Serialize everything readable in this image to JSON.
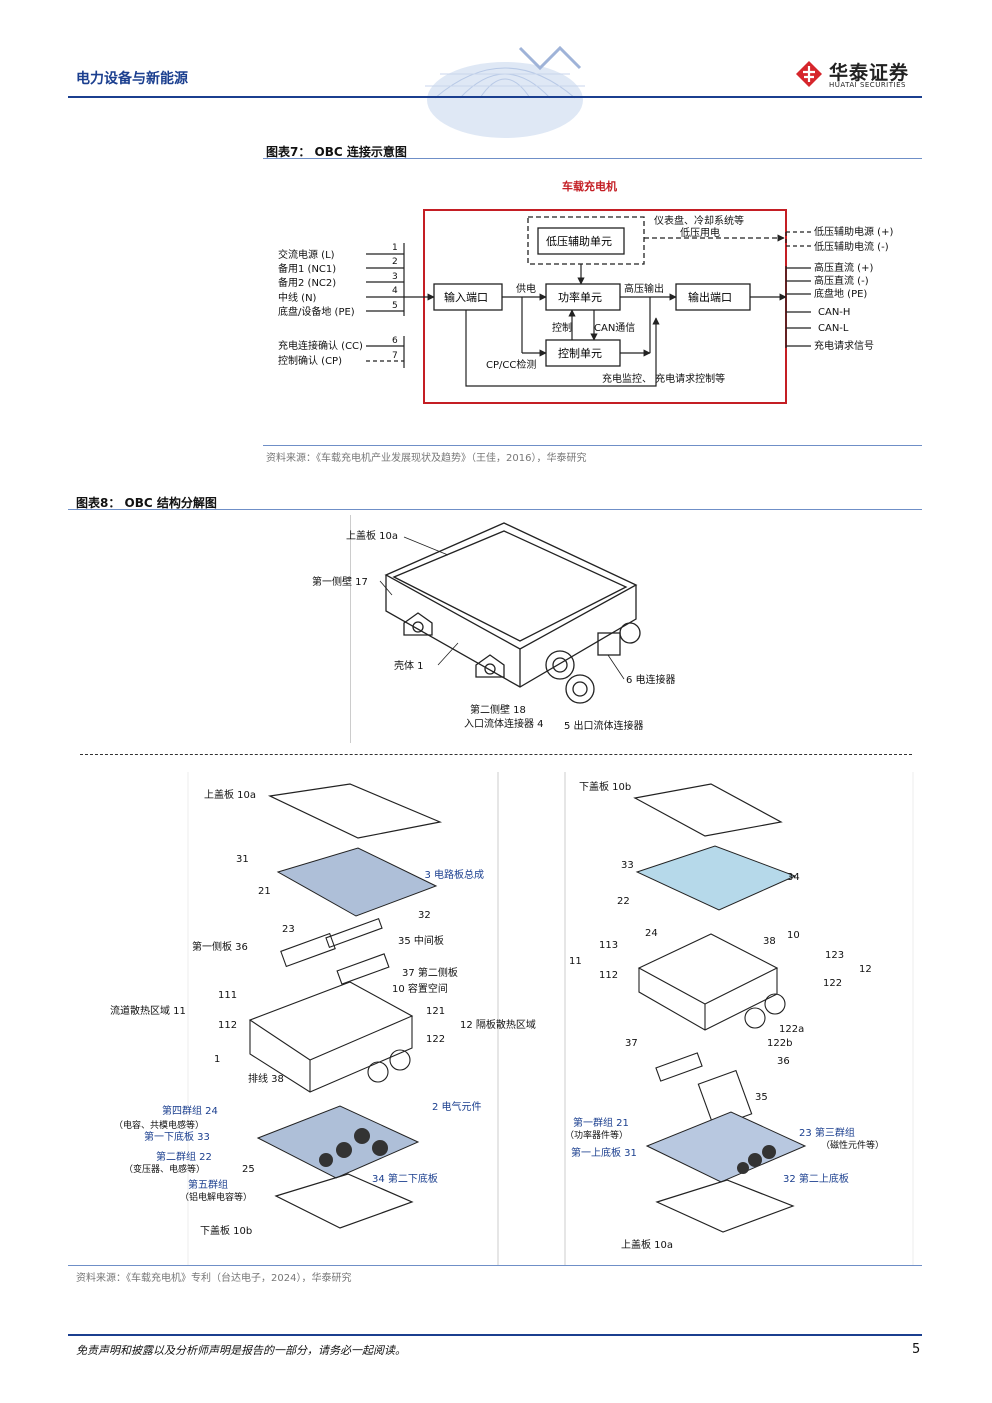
{
  "header": {
    "section_title": "电力设备与新能源",
    "logo_cn": "华泰证券",
    "logo_en": "HUATAI SECURITIES"
  },
  "figure7": {
    "title": "图表7： OBC 连接示意图",
    "diagram_title": "车载充电机",
    "left_labels": [
      "交流电源 (L)",
      "备用1 (NC1)",
      "备用2 (NC2)",
      "中线 (N)",
      "底盘/设备地 (PE)",
      "充电连接确认 (CC)",
      "控制确认 (CP)"
    ],
    "left_pins": [
      "1",
      "2",
      "3",
      "4",
      "5",
      "6",
      "7"
    ],
    "blocks": {
      "low_voltage_aux": "低压辅助单元",
      "input_port": "输入端口",
      "power_unit": "功率单元",
      "output_port": "输出端口",
      "control_unit": "控制单元"
    },
    "edge_labels": {
      "power_supply": "供电",
      "control": "控制",
      "can_comm": "CAN通信",
      "hv_output": "高压输出",
      "cp_cc_detect": "CP/CC检测",
      "dashboard": "仪表盘、冷却系统等",
      "low_voltage_power": "低压用电",
      "charge_monitor": "充电监控、 充电请求控制等"
    },
    "right_labels": [
      "低压辅助电源 (+)",
      "低压辅助电流 (-)",
      "高压直流 (+)",
      "高压直流 (-)",
      "底盘地 (PE)",
      "CAN-H",
      "CAN-L",
      "充电请求信号"
    ],
    "source": "资料来源：《车载充电机产业发展现状及趋势》（王佳，2016），华泰研究"
  },
  "figure8": {
    "title": "图表8： OBC 结构分解图",
    "top_labels": {
      "top_cover": "上盖板 10a",
      "first_side_wall": "第一侧壁 17",
      "housing": "壳体 1",
      "connector": "6 电连接器",
      "second_side_wall": "第二侧壁 18",
      "inlet": "入口流体连接器 4",
      "outlet": "5 出口流体连接器"
    },
    "left_panel": {
      "top_cover": "上盖板 10a",
      "n31": "31",
      "n21": "21",
      "pcb": "3 电路板总成",
      "n32": "32",
      "n23": "23",
      "first_side_plate": "第一侧板 36",
      "middle_plate": "35 中间板",
      "second_side_plate": "37 第二侧板",
      "space": "10 容置空间",
      "flow_zone": "流道散热区域 11",
      "n111": "111",
      "n112": "112",
      "n121": "121",
      "n122": "122",
      "partition_zone": "12 隔板散热区域",
      "n1": "1",
      "cable": "排线 38",
      "group4": "第四群组 24",
      "group4_note": "（电容、共模电感等）",
      "first_lower_plate": "第一下底板 33",
      "group2": "第二群组 22",
      "group2_note": "（变压器、电感等）",
      "n25": "25",
      "group5": "第五群组",
      "group5_note": "（铝电解电容等）",
      "electric": "2 电气元件",
      "second_lower_plate": "34 第二下底板",
      "bottom_cover": "下盖板 10b"
    },
    "right_panel": {
      "bottom_cover": "下盖板 10b",
      "n33": "33",
      "n34": "34",
      "n22": "22",
      "n24": "24",
      "n38": "38",
      "n10": "10",
      "n113": "113",
      "n11": "11",
      "n112": "112",
      "n123": "123",
      "n122": "122",
      "n12": "12",
      "n122a": "122a",
      "n122b": "122b",
      "n37": "37",
      "n36": "36",
      "n35": "35",
      "group1": "第一群组 21",
      "group1_note": "（功率器件等）",
      "group3": "23 第三群组",
      "group3_note": "（磁性元件等）",
      "first_upper_plate": "第一上底板 31",
      "second_upper_plate": "32 第二上底板",
      "top_cover": "上盖板 10a"
    },
    "source": "资料来源：《车载充电机》专利（台达电子，2024），华泰研究"
  },
  "footer": {
    "disclaimer": "免责声明和披露以及分析师声明是报告的一部分，请务必一起阅读。",
    "page": "5"
  }
}
